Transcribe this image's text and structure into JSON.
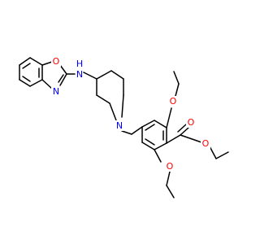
{
  "diagram": {
    "colors": {
      "bond": "#000000",
      "carbon": "#000000",
      "nitrogen": "#0000ff",
      "oxygen": "#ff0000",
      "background": "#ffffff"
    },
    "atom_labels": {
      "benzoxazole_oxygen": "O",
      "benzoxazole_nitrogen": "N",
      "amine_nitrogen": "N",
      "amine_hydrogen": "H",
      "piperidine_nitrogen": "N",
      "upper_ether_oxygen": "O",
      "ester_carbonyl_oxygen": "O",
      "ester_oxygen": "O",
      "lower_ether_oxygen": "O"
    }
  }
}
